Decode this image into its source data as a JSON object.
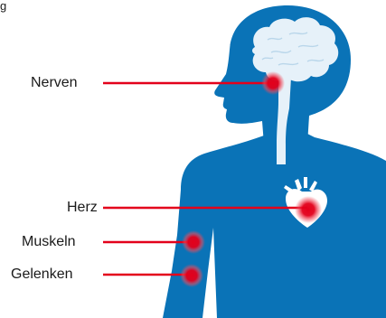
{
  "header": {
    "partial_text": "g"
  },
  "labels": {
    "nerven": "Nerven",
    "herz": "Herz",
    "muskeln": "Muskeln",
    "gelenken": "Gelenken"
  },
  "colors": {
    "body": "#0a73b7",
    "brain": "#e6f1f9",
    "leader_line": "#e3001b",
    "marker": "#e3001b",
    "text": "#1a1a1a"
  }
}
